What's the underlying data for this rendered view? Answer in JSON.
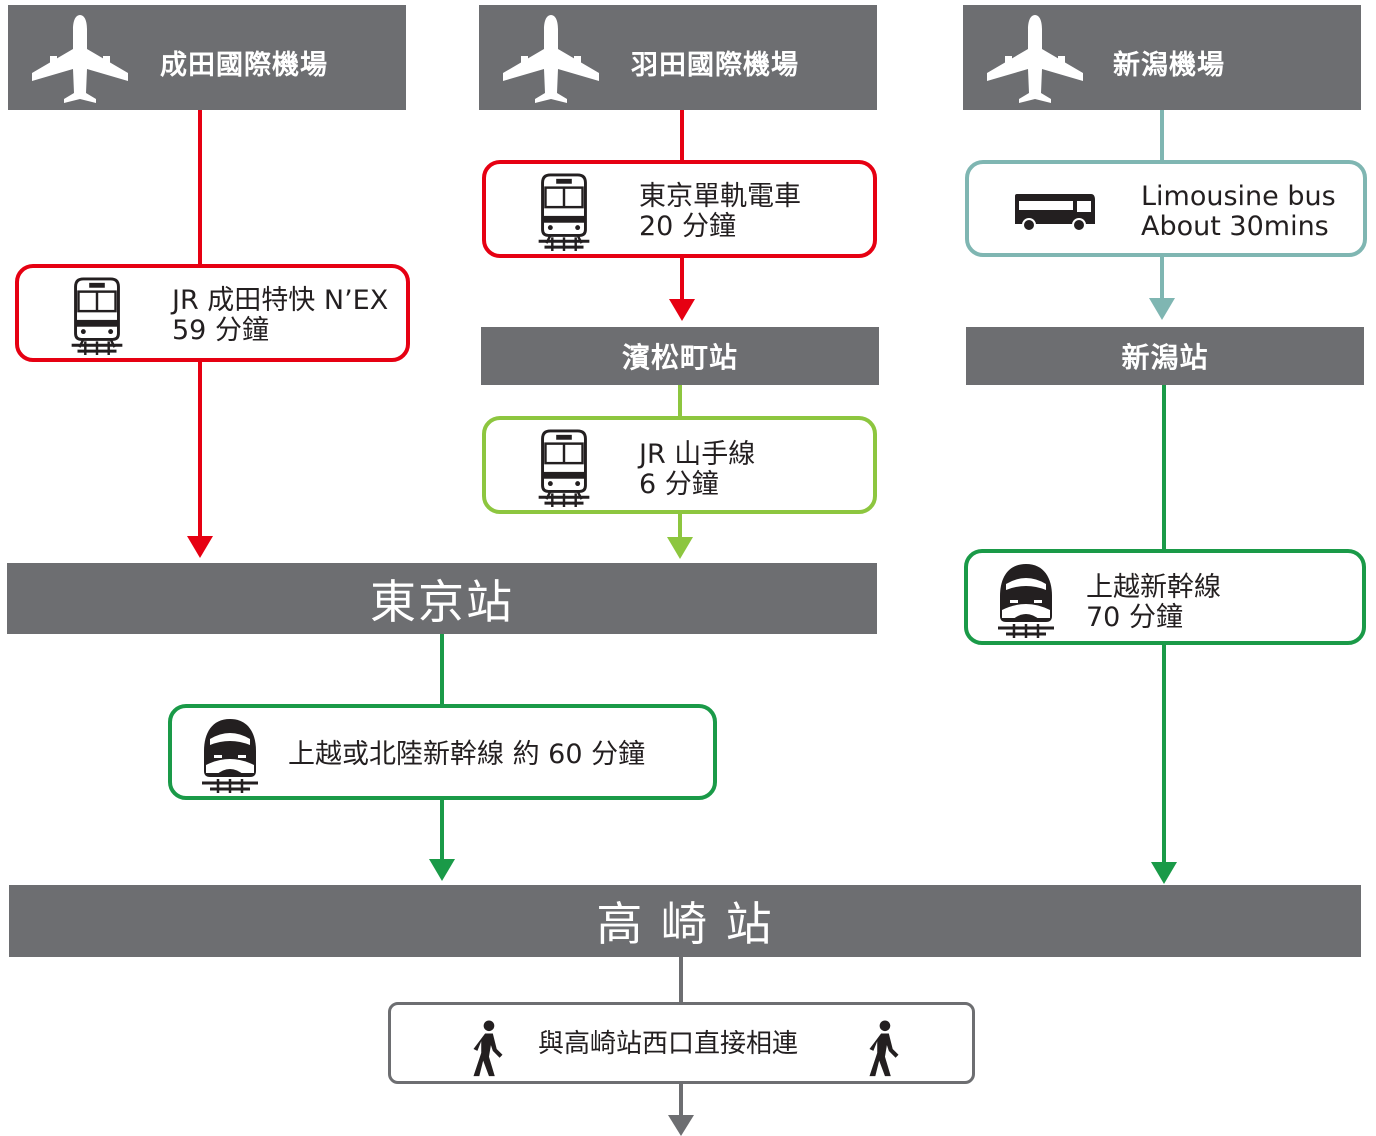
{
  "colors": {
    "gray_bar": "#6d6e71",
    "red": "#e60012",
    "light_green": "#8dc63f",
    "green": "#1a9a48",
    "teal": "#7fb6b2",
    "dark_gray_line": "#6d6e71"
  },
  "icons": {
    "airport": "airplane-icon",
    "local_train": "train-icon",
    "shinkansen": "shinkansen-icon",
    "bus": "bus-icon",
    "walking": "walking-person-icon"
  },
  "airports": {
    "narita": "成田國際機場",
    "haneda": "羽田國際機場",
    "niigata": "新潟機場"
  },
  "routes": {
    "narita_express": {
      "line1": "JR 成田特快 N’EX",
      "line2": "59 分鐘"
    },
    "monorail": {
      "line1": "東京單軌電車",
      "line2": "20 分鐘"
    },
    "limousine_bus": {
      "line1": "Limousine bus",
      "line2": "About 30mins"
    },
    "yamanote": {
      "line1": "JR 山手線",
      "line2": "6 分鐘"
    },
    "joetsu_niigata": {
      "line1": "上越新幹線",
      "line2": "70 分鐘"
    },
    "tokyo_to_takasaki": {
      "line1": "上越或北陸新幹線 約 60 分鐘"
    },
    "walk": {
      "line1": "與高崎站西口直接相連"
    }
  },
  "stations": {
    "hamamatsucho": "濱松町站",
    "niigata": "新潟站",
    "tokyo": "東京站",
    "takasaki": "高 崎 站"
  }
}
